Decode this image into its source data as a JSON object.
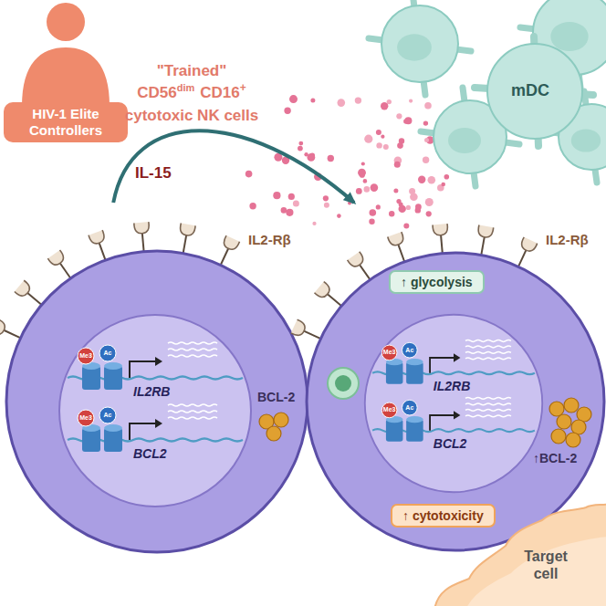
{
  "diagram": {
    "nodes": [
      {
        "text": [
          "HIV-1 Elite Controllers"
        ]
      },
      {
        "text": [
          "mDC"
        ]
      },
      {
        "text": [
          "IL2-Rβ",
          "BCL-2"
        ]
      },
      {
        "text": [
          "IL2RB",
          "BCL2"
        ],
        "in": 2
      },
      {
        "text": [
          "IL2-Rβ",
          "↑BCL-2"
        ]
      },
      {
        "text": [
          "↑ glycolysis"
        ],
        "in": 4
      },
      {
        "text": [
          "IL2RB",
          "BCL2"
        ],
        "in": 4
      },
      {
        "text": [
          "↑ cytotoxicity"
        ],
        "in": 4
      },
      {
        "text": [
          "Target cell"
        ]
      }
    ],
    "edges": [
      {
        "from": 2,
        "to": 4,
        "arrow": "to"
      }
    ],
    "labels": [
      "\"Trained\"",
      "CD56",
      "dim",
      "CD16",
      "+",
      "cytotoxic NK cells",
      "IL-15",
      "Me3",
      "Ac",
      "Me3",
      "Ac",
      "Me3",
      "Ac",
      "Me3",
      "Ac"
    ]
  }
}
